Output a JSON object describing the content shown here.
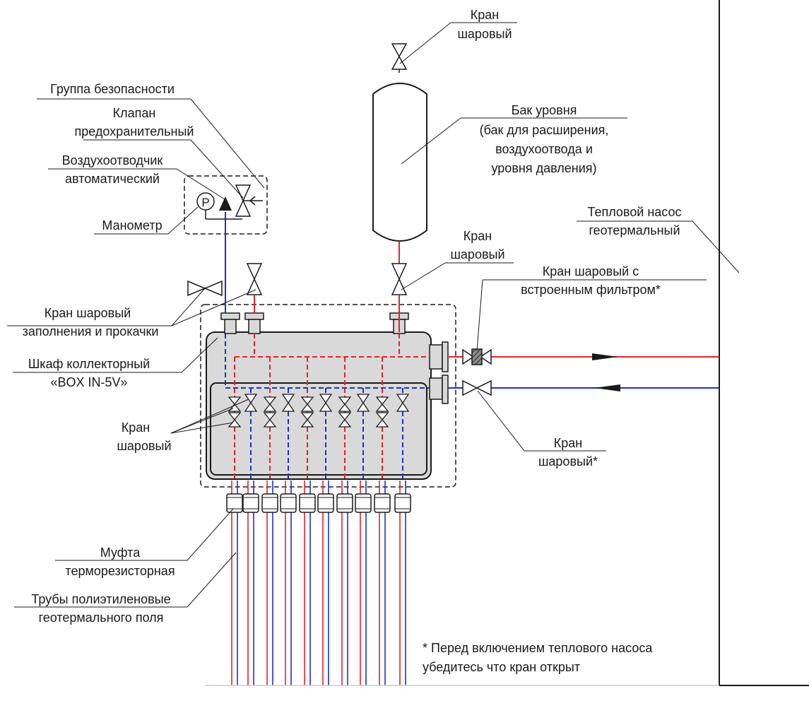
{
  "labels": {
    "ball_valve_top": [
      "Кран",
      "шаровый"
    ],
    "safety_group": [
      "Группа безопасности"
    ],
    "relief_valve": [
      "Клапан",
      "предохранительный"
    ],
    "air_vent": [
      "Воздухоотводчик",
      "автоматический"
    ],
    "manometer": [
      "Манометр"
    ],
    "level_tank": [
      "Бак уровня",
      "(бак для расширения,",
      "воздухоотвода и",
      "уровня давления)"
    ],
    "heat_pump": [
      "Тепловой насос",
      "геотермальный"
    ],
    "ball_valve_mid": [
      "Кран",
      "шаровый"
    ],
    "ball_valve_filter": [
      "Кран шаровый с",
      "встроенным фильтром*"
    ],
    "fill_valve": [
      "Кран шаровый",
      "заполнения и прокачки"
    ],
    "cabinet": [
      "Шкаф коллекторный",
      "«BOX IN-5V»"
    ],
    "ball_valve_collector": [
      "Кран",
      "шаровый"
    ],
    "ball_valve_return": [
      "Кран",
      "шаровый*"
    ],
    "coupling": [
      "Муфта",
      "терморезисторная"
    ],
    "pipes": [
      "Трубы полиэтиленовые",
      "геотермального поля"
    ],
    "note": [
      "* Перед включением теплового насоса",
      "убедитесь что кран открыт"
    ]
  },
  "manometer_symbol": "P",
  "colors": {
    "supply": "#e8202a",
    "return": "#1f2fc8",
    "cabinet_fill": "#d9d9d9",
    "line": "#1a1a1a"
  }
}
